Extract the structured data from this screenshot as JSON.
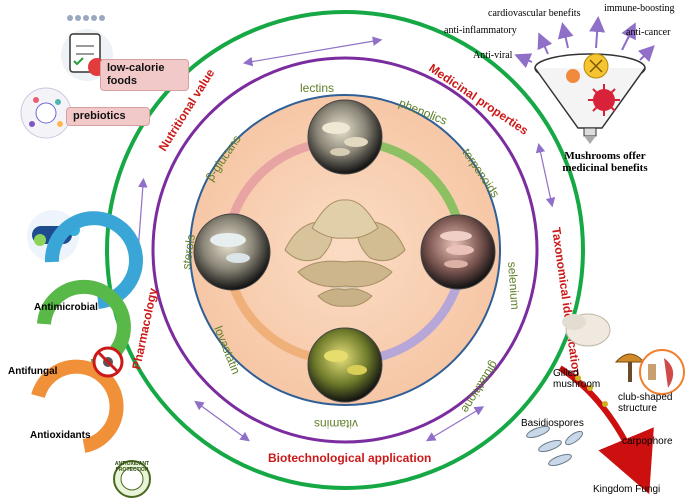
{
  "outer_ring": {
    "nutritional_value": "Nutritional value",
    "medicinal_properties": "Medicinal properties",
    "taxonomical_identification": "Taxonomical identification",
    "biotechnological_application": "Biotechnological application",
    "pharmacology": "Pharmacology"
  },
  "compounds": {
    "lectins": "lectins",
    "phenolics": "phenolics",
    "terpenoids": "terpenoids",
    "selenium": "selenium",
    "glutathione": "glutathione",
    "vitamins": "vitamins",
    "lovastatin": "lovastatin",
    "sterols": "sterols",
    "beta_glucans": "β-glucans"
  },
  "nutrition_boxes": {
    "low_calorie": "low-calorie foods",
    "prebiotics": "prebiotics"
  },
  "medicinal_benefits": {
    "cardiovascular": "cardiovascular benefits",
    "immune": "immune-boosting",
    "anti_inflammatory": "anti-inflammatory",
    "anti_cancer": "anti-cancer",
    "anti_viral": "Anti-viral",
    "summary": "Mushrooms offer medicinal benefits"
  },
  "pharmacology_items": {
    "antimicrobial": "Antimicrobial",
    "antifungal": "Antifungal",
    "antioxidants": "Antioxidants",
    "badge": "ANTIOXIDANT PROTECTION"
  },
  "taxonomy": {
    "gilled": "Gilled mushroom",
    "club": "club-shaped structure",
    "basidiospores": "Basidiospores",
    "carpophore": "carpophore",
    "kingdom": "Kingdom Fungi"
  },
  "colors": {
    "outer_green": "#15a845",
    "purple": "#7b2c9e",
    "blue_ring": "#2f5f96",
    "peach": "#f9d2b6",
    "title_red": "#cc1818",
    "compound_green": "#5f7f2a",
    "arrow_purple": "#8f6fc8"
  }
}
